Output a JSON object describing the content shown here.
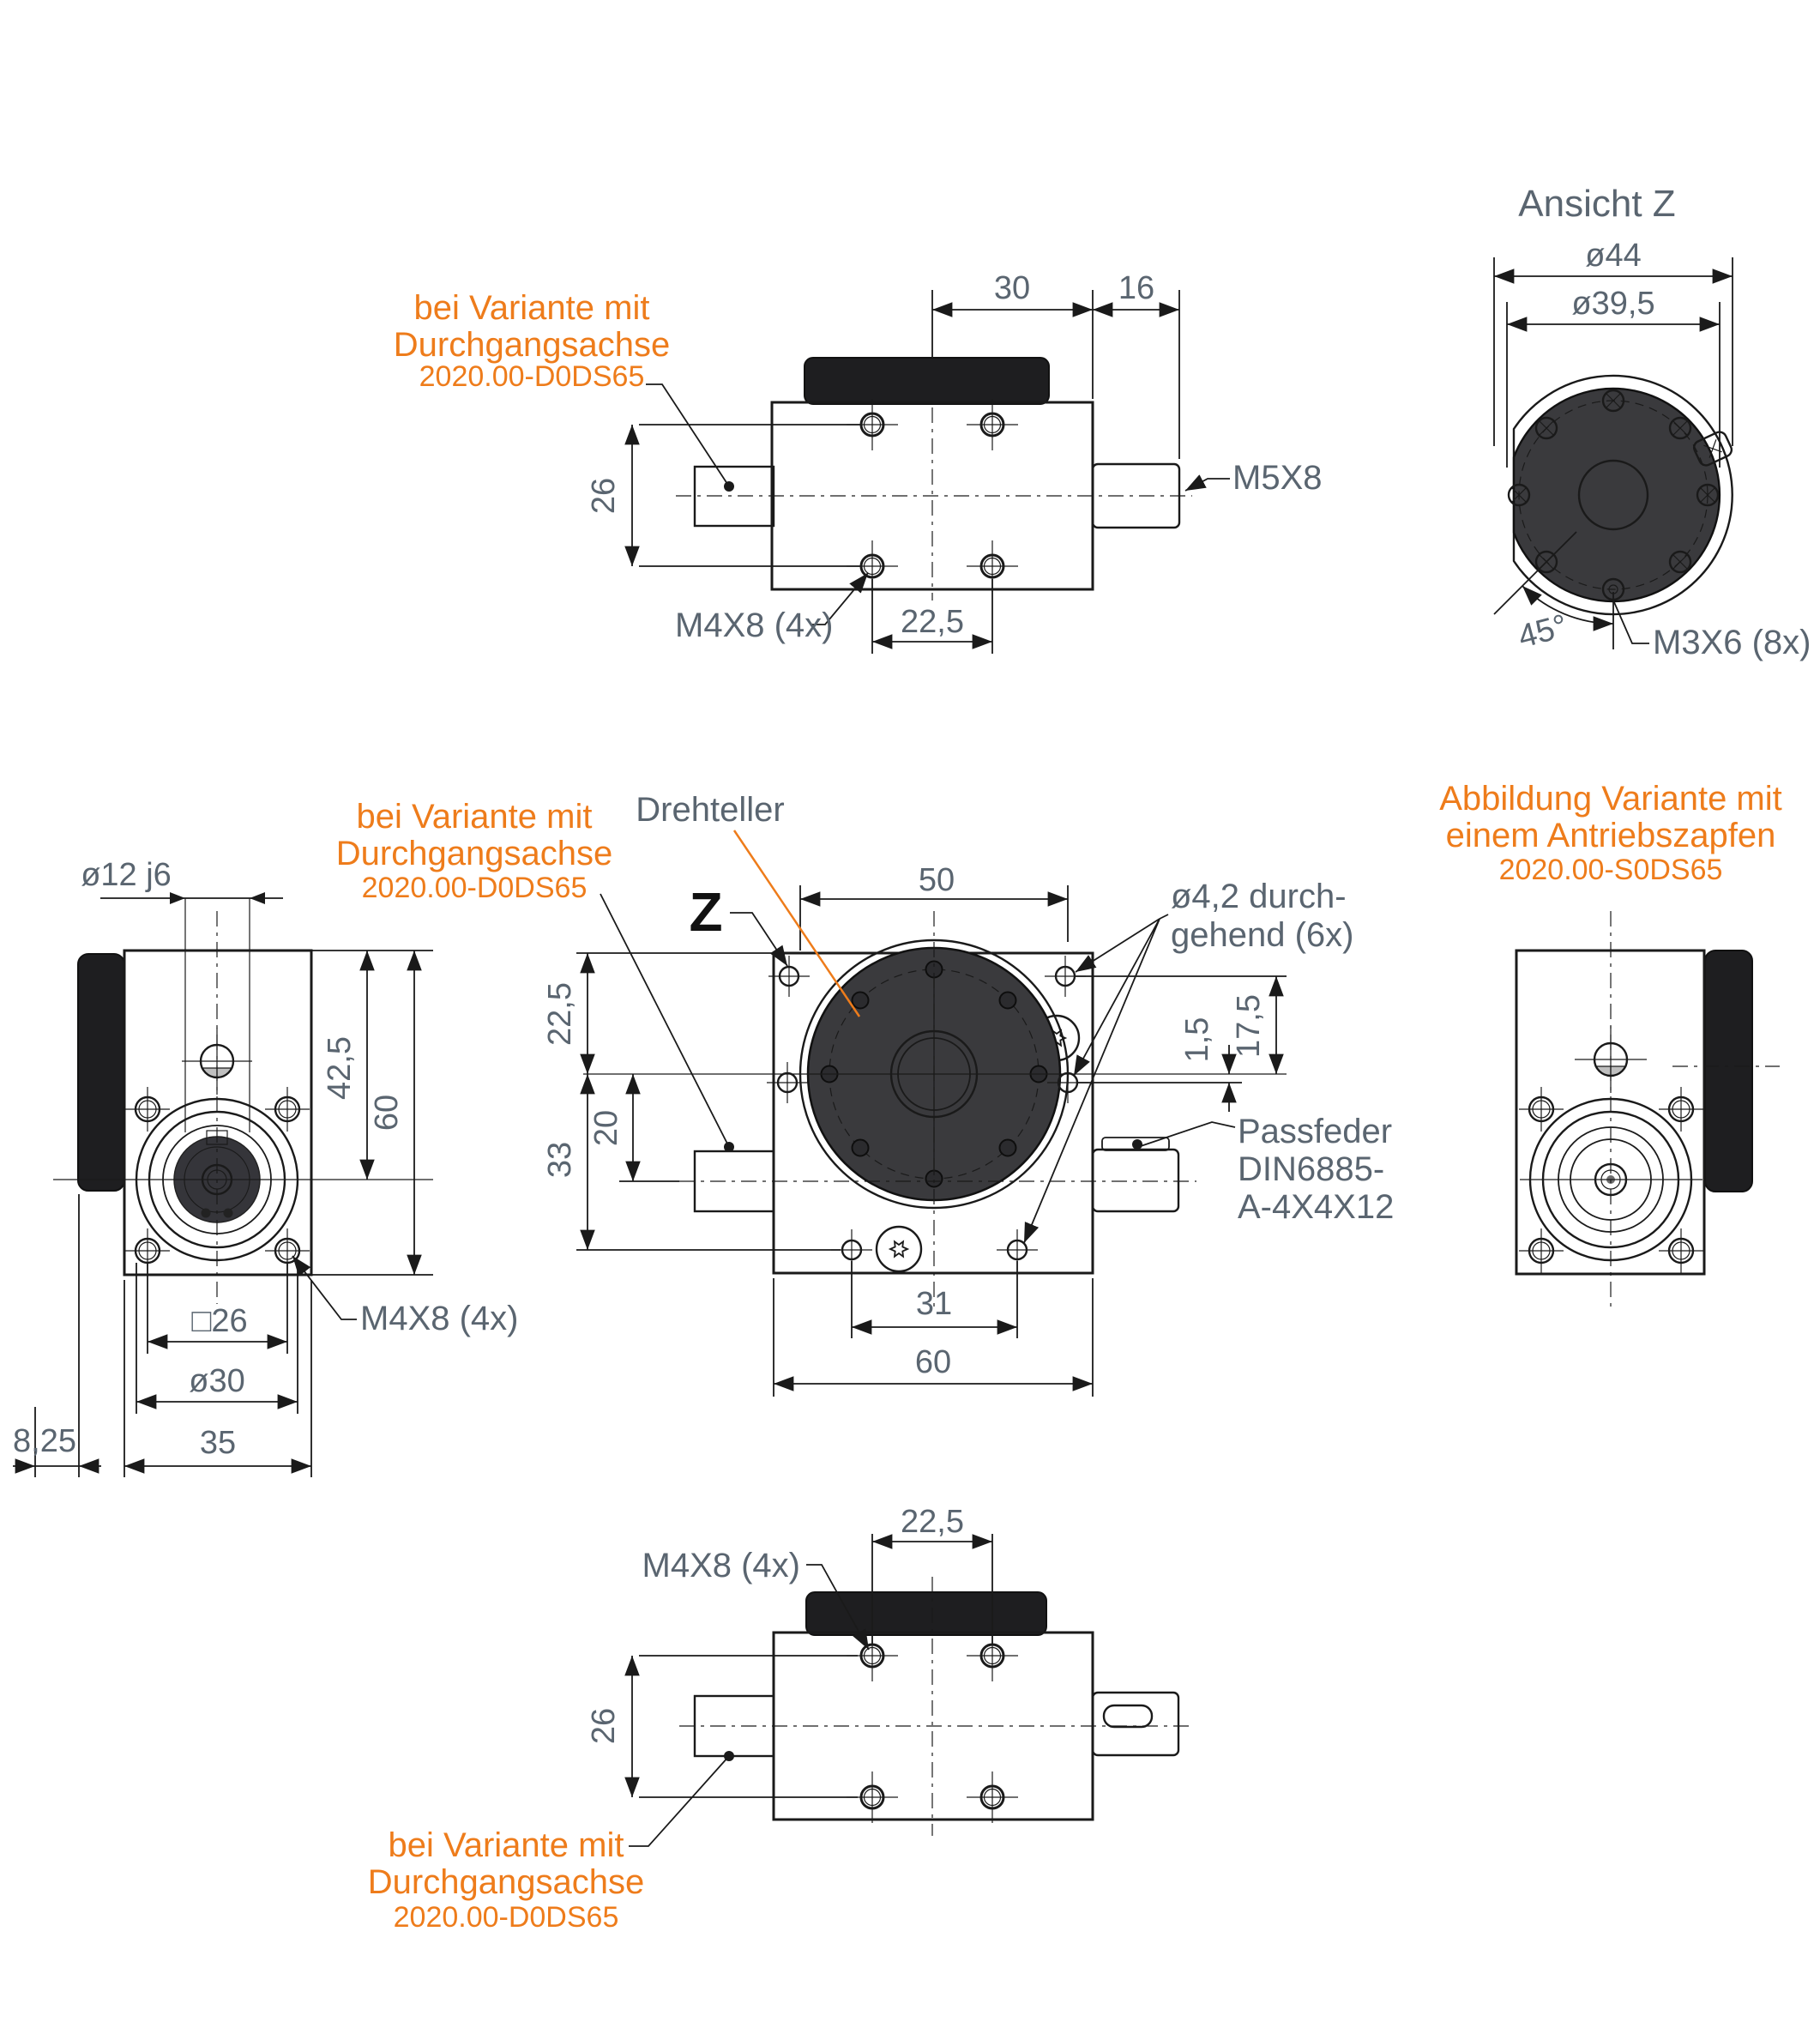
{
  "colors": {
    "body": "#D6823D",
    "cap": "#1E1E20",
    "face": "#3A3A3D",
    "shaft": "#C9CACB",
    "bearing": "#C6C6C7",
    "ring_dark": "#35353A",
    "screw": "#C4C4C5",
    "accent": "#EE7C1B",
    "dim_text": "#5A6570",
    "line": "#1A1A1A"
  },
  "views": {
    "top_side": {
      "note": {
        "l1": "bei Variante mit",
        "l2": "Durchgangsachse",
        "l3": "2020.00-D0DS65"
      },
      "dims": {
        "center_to_edge": "30",
        "shaft_len": "16",
        "hole_rows": "26",
        "hole_cols": "22,5"
      },
      "labels": {
        "shaft_thread": "M5X8",
        "mount_screws": "M4X8 (4x)"
      }
    },
    "view_z": {
      "title": "Ansicht Z",
      "dims": {
        "outer_dia": "ø44",
        "face_dia": "ø39,5",
        "angle": "45°"
      },
      "labels": {
        "screws": "M3X6 (8x)"
      }
    },
    "left_side": {
      "dims": {
        "shaft_dia": "ø12 j6",
        "center_from_top": "42,5",
        "height": "60",
        "screw_square": "□26",
        "flange_dia": "ø30",
        "width": "35",
        "platter_offset": "8,25"
      },
      "labels": {
        "mount_screws": "M4X8 (4x)"
      },
      "note": {
        "l1": "bei Variante mit",
        "l2": "Durchgangsachse",
        "l3": "2020.00-D0DS65"
      }
    },
    "plan": {
      "labels": {
        "platter": "Drehteller",
        "view_marker": "Z",
        "holes_l1": "ø4,2 durch-",
        "holes_l2": "gehend (6x)",
        "key_l1": "Passfeder",
        "key_l2": "DIN6885-",
        "key_l3": "A-4X4X12"
      },
      "dims": {
        "platter_dia": "50",
        "top_to_center": "22,5",
        "center_to_bottom_holes": "33",
        "center_to_shaft": "20",
        "hole_offset": "1,5",
        "top_holes_to_center": "17,5",
        "bottom_hole_span": "31",
        "width": "60"
      }
    },
    "right_variant": {
      "note": {
        "l1": "Abbildung Variante mit",
        "l2": "einem Antriebszapfen",
        "l3": "2020.00-S0DS65"
      }
    },
    "bottom_side": {
      "dims": {
        "hole_cols": "22,5",
        "hole_rows": "26"
      },
      "labels": {
        "mount_screws": "M4X8 (4x)"
      },
      "note": {
        "l1": "bei Variante mit",
        "l2": "Durchgangsachse",
        "l3": "2020.00-D0DS65"
      }
    }
  }
}
